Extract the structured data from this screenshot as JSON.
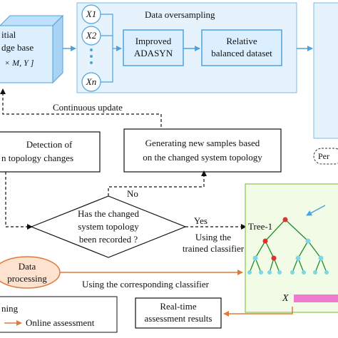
{
  "knowledge_base": {
    "line1": "itial",
    "line2": "dge base",
    "line3": "× M, Y ]"
  },
  "oversampling": {
    "title": "Data oversampling",
    "inputs": [
      "X1",
      "X2",
      "Xn"
    ],
    "improved_line1": "Improved",
    "improved_line2": "ADASYN",
    "balanced_line1": "Relative",
    "balanced_line2": "balanced dataset"
  },
  "continuous_update": "Continuous update",
  "detection": {
    "line1": "Detection of",
    "line2": "n topology changes"
  },
  "generating": {
    "line1": "Generating new samples based",
    "line2": "on the changed system topology"
  },
  "decision": {
    "line1": "Has the changed",
    "line2": "system topology",
    "line3": "been recorded ?",
    "no_label": "No",
    "yes_label": "Yes"
  },
  "using_trained_line1": "Using the",
  "using_trained_line2": "trained classifier",
  "right_partial_label": "Per",
  "tree_label": "Tree-1",
  "x_label": "X",
  "data_processing_line1": "Data",
  "data_processing_line2": "processing",
  "using_corresponding": "Using the corresponding classifier",
  "legend": {
    "offline_partial": "ning",
    "online": "Online assessment"
  },
  "realtime": {
    "line1": "Real-time",
    "line2": "assessment results"
  },
  "colors": {
    "blue_fill": "#dcefff",
    "blue_stroke": "#4aa3e0",
    "green_fill": "#f2fbe6",
    "green_stroke": "#8bc34a",
    "orange": "#e07a3a",
    "orange_fill": "#fde3cf",
    "tree_node": "#7fd6e6",
    "tree_root": "#e0312f",
    "tree_line": "#1e8c2e",
    "pink_bar": "#f07ad0"
  }
}
